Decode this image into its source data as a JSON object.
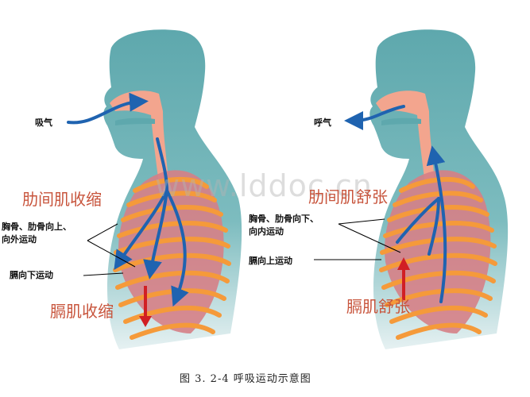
{
  "caption": "图 3. 2-4  呼吸运动示意图",
  "watermark": "www.lddoc.cn",
  "panels": {
    "inhale": {
      "air_label": "吸气",
      "intercostal_label": "肋间肌收缩",
      "ribs_label_line1": "胸骨、肋骨向上、",
      "ribs_label_line2": "向外运动",
      "diaphragm_motion_label": "膈向下运动",
      "diaphragm_label": "膈肌收缩"
    },
    "exhale": {
      "air_label": "呼气",
      "intercostal_label": "肋间肌舒张",
      "ribs_label_line1": "胸骨、肋骨向下、",
      "ribs_label_line2": "向内运动",
      "diaphragm_motion_label": "膈向上运动",
      "diaphragm_label": "膈肌舒张"
    }
  },
  "colors": {
    "body": "#5fa9ad",
    "airway": "#f3a58e",
    "rib": "#f59a3a",
    "lung": "#d67f86",
    "air_arrow": "#1f63b0",
    "diaphragm_arrow": "#d11f24",
    "label_red": "#c8553d"
  }
}
